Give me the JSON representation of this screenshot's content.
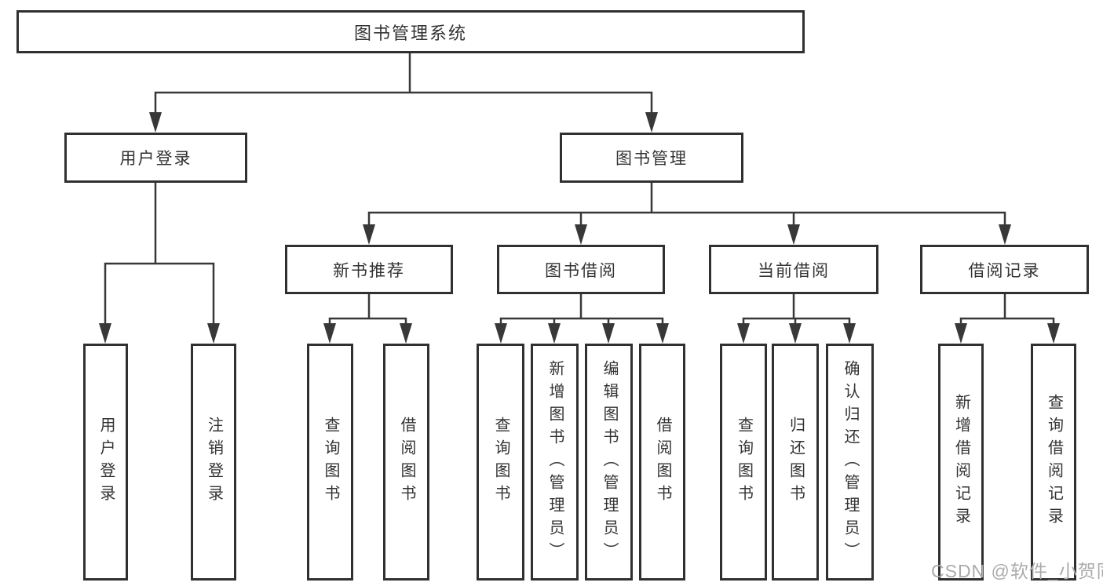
{
  "diagram": {
    "type": "tree",
    "root": {
      "label": "图书管理系统",
      "children": [
        {
          "label": "用户登录",
          "children": [
            {
              "label": "用户登录"
            },
            {
              "label": "注销登录"
            }
          ]
        },
        {
          "label": "图书管理",
          "children": [
            {
              "label": "新书推荐",
              "children": [
                {
                  "label": "查询图书"
                },
                {
                  "label": "借阅图书"
                }
              ]
            },
            {
              "label": "图书借阅",
              "children": [
                {
                  "label": "查询图书"
                },
                {
                  "label": "新增图书（管理员）"
                },
                {
                  "label": "编辑图书（管理员）"
                },
                {
                  "label": "借阅图书"
                }
              ]
            },
            {
              "label": "当前借阅",
              "children": [
                {
                  "label": "查询图书"
                },
                {
                  "label": "归还图书"
                },
                {
                  "label": "确认归还（管理员）"
                }
              ]
            },
            {
              "label": "借阅记录",
              "children": [
                {
                  "label": "新增借阅记录"
                },
                {
                  "label": "查询借阅记录"
                }
              ]
            }
          ]
        }
      ]
    }
  },
  "watermark": {
    "text": "CSDN @软件_小贺同学"
  },
  "colors": {
    "line": "#383838",
    "box_border": "#303030",
    "text": "#333333",
    "background": "#ffffff",
    "watermark": "#ababab"
  }
}
